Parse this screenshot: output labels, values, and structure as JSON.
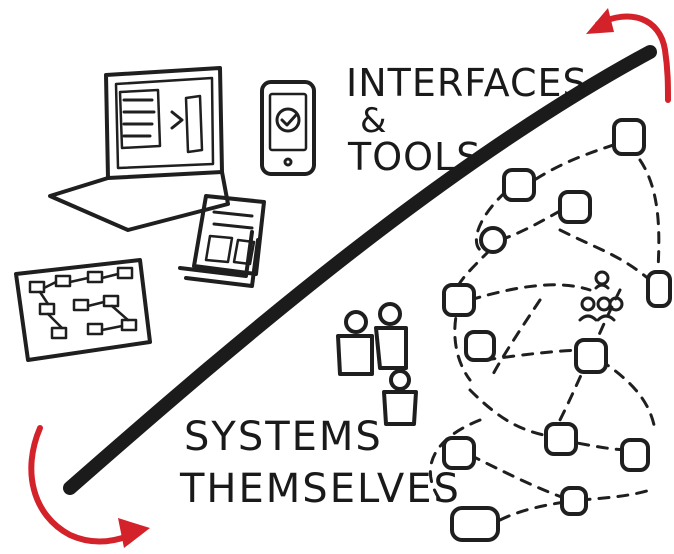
{
  "labels": {
    "interfaces": "INTERFACES",
    "ampersand": "&",
    "tools": "TOOLS",
    "systems": "SYSTEMS",
    "themselves": "THEMSELVES"
  },
  "colors": {
    "ink": "#1f1f1f",
    "accent": "#d3222a",
    "background": "#ffffff"
  },
  "icons": {
    "laptop": "laptop-icon",
    "phone": "phone-icon",
    "document_stack": "document-stack-icon",
    "map": "map-icon",
    "people_group": "people-icon",
    "arrow_top": "curved-arrow-top-icon",
    "arrow_bottom": "curved-arrow-bottom-icon"
  }
}
